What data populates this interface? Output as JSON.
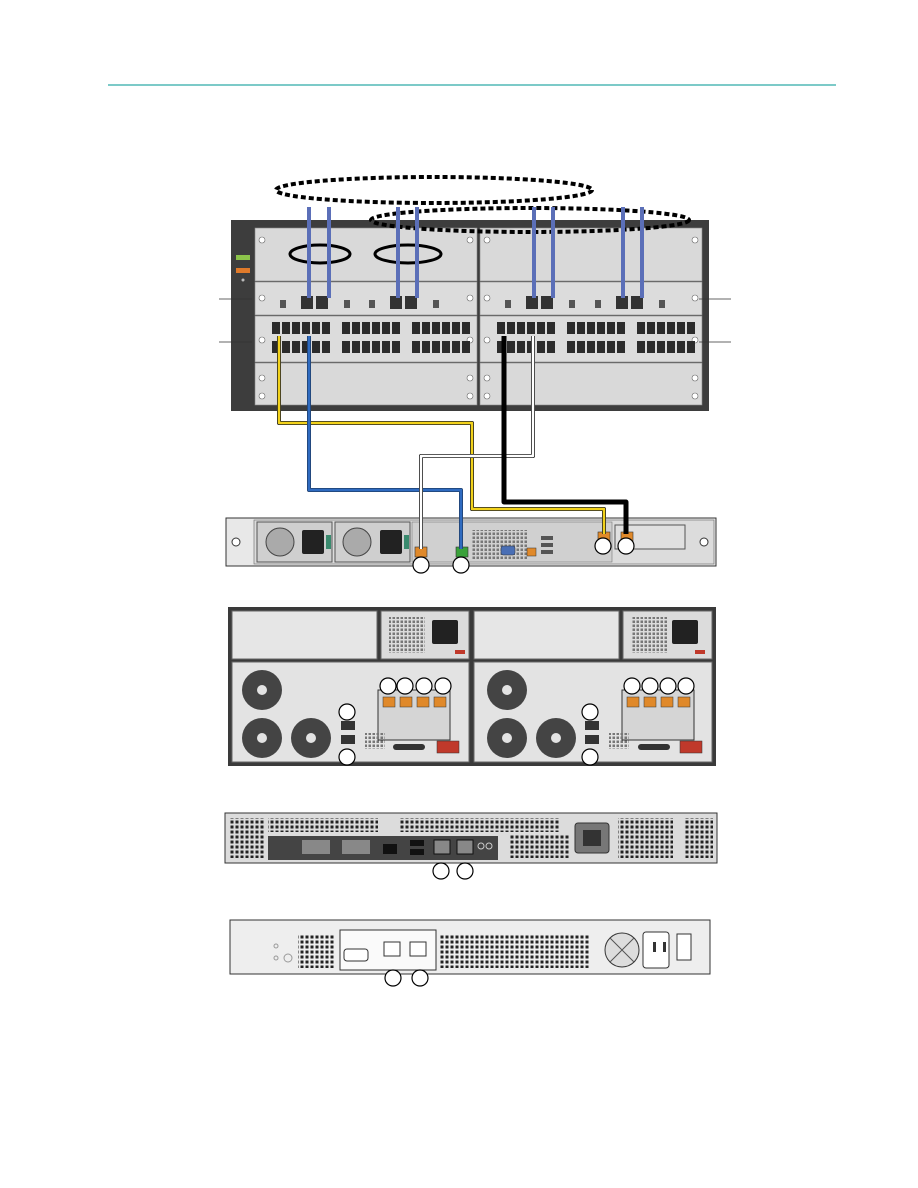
{
  "colors": {
    "header_rule": "#2eaaa6",
    "chassis_dark": "#3d3d3d",
    "panel": "#d9d9d9",
    "uplink_cable": "#5b6fb8",
    "cable_yellow": "#f2d21b",
    "cable_blue": "#1f5fa8",
    "cable_white": "#ffffff",
    "cable_black": "#111111",
    "port_orange": "#e0892a",
    "port_green": "#3aa23a",
    "status_led_green": "#8bc34a",
    "status_led_orange": "#e07a2a"
  },
  "icons": {
    "power_inlet": "power-inlet-icon",
    "fan": "fan-icon",
    "vga": "vga-port-icon",
    "rj45": "rj45-port-icon",
    "usb": "usb-port-icon",
    "callout": "numbered-callout-icon"
  },
  "devices": [
    "switch-chassis",
    "server-1u",
    "storage-array-2u",
    "server-1u-second",
    "appliance-1u"
  ]
}
